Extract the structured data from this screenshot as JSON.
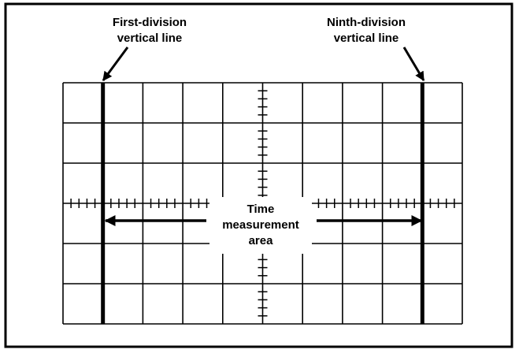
{
  "callouts": {
    "first_line1": "First-division",
    "first_line2": "vertical  line",
    "ninth_line1": "Ninth-division",
    "ninth_line2": "vertical  line"
  },
  "center_label": {
    "line1": "Time",
    "line2": "measurement",
    "line3": "area"
  },
  "graticule": {
    "major_columns": 10,
    "major_rows": 6,
    "minor_ticks_per_division": 5,
    "highlighted_columns": [
      1,
      9
    ]
  },
  "colors": {
    "ink": "#000000",
    "paper": "#ffffff"
  }
}
